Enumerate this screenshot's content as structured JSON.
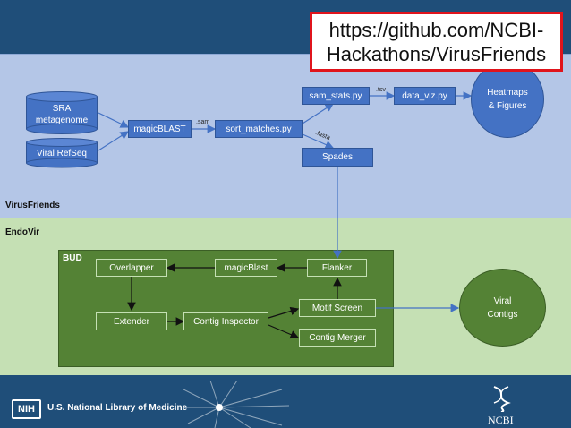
{
  "url": {
    "line1": "https://github.com/NCBI-",
    "line2": "Hackathons/VirusFriends"
  },
  "panels": {
    "virusfriends": "VirusFriends",
    "endovir": "EndoVir",
    "bud": "BUD"
  },
  "nodes": {
    "sra_line1": "SRA",
    "sra_line2": "metagenome",
    "viral_refseq": "Viral RefSeq",
    "magicblast_top": "magicBLAST",
    "sort_matches": "sort_matches.py",
    "sam_stats": "sam_stats.py",
    "data_viz": "data_viz.py",
    "spades": "Spades",
    "heatmaps_line1": "Heatmaps",
    "heatmaps_line2": "& Figures",
    "overlapper": "Overlapper",
    "magicblast_bud": "magicBlast",
    "flanker": "Flanker",
    "extender": "Extender",
    "contig_inspector": "Contig Inspector",
    "motif_screen": "Motif Screen",
    "contig_merger": "Contig Merger",
    "viral_contigs_line1": "Viral",
    "viral_contigs_line2": "Contigs"
  },
  "edge_labels": {
    "sam": ".sam",
    "tsv": ".tsv",
    "fasta": ".fasta"
  },
  "footer": {
    "nih": "NIH",
    "nlm": "U.S. National Library of Medicine",
    "ncbi": "NCBI"
  },
  "colors": {
    "node_blue": "#4472c4",
    "node_green": "#548235",
    "panel_blue": "#b4c6e7",
    "panel_green": "#c5e0b4",
    "frame": "#1f4e79",
    "url_border": "#e0141c"
  }
}
